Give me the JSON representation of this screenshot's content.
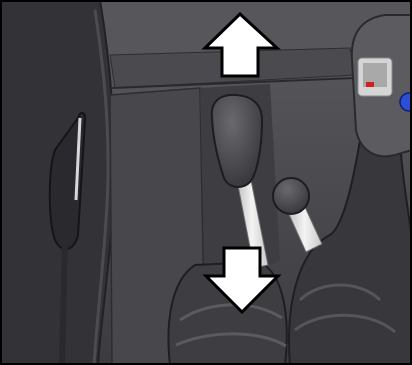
{
  "image": {
    "subject": "cab-interior-control-levers",
    "colors": {
      "background": "#4f4f53",
      "panel": "#3f3f44",
      "lever_knob": "#555558",
      "shaft": "#e7e7e7",
      "arrow_fill": "#ffffff",
      "arrow_outline": "#000000",
      "indicator_blue": "#2c4fd6",
      "indicator_red": "#d02020"
    },
    "arrows": [
      {
        "name": "up-arrow-icon",
        "direction": "up"
      },
      {
        "name": "down-arrow-icon",
        "direction": "down"
      }
    ]
  }
}
